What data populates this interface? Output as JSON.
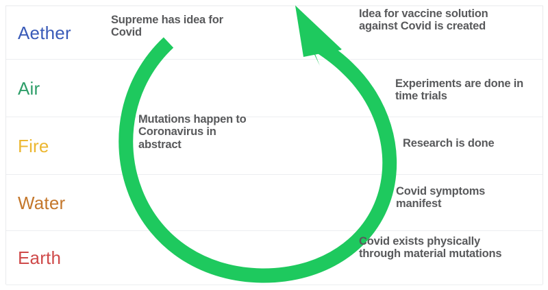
{
  "diagram": {
    "title": "Elemental cycle of Covid and vaccine development",
    "accent_color": "#1ec95e",
    "note_text_color": "#58595b",
    "border_color": "#eceef0",
    "background": "#ffffff"
  },
  "rows": [
    {
      "element": "Aether",
      "element_color": "#3a5bb8",
      "inner_note": "Supreme has idea for Covid",
      "outer_note": "Idea for vaccine solution against Covid is created"
    },
    {
      "element": "Air",
      "element_color": "#2e9e69",
      "inner_note": "",
      "outer_note": "Experiments are done in time trials"
    },
    {
      "element": "Fire",
      "element_color": "#ecb731",
      "inner_note": "Mutations happen to Coronavirus in abstract",
      "outer_note": "Research is done"
    },
    {
      "element": "Water",
      "element_color": "#c4772b",
      "inner_note": "",
      "outer_note": "Covid symptoms manifest"
    },
    {
      "element": "Earth",
      "element_color": "#cf4a4a",
      "inner_note": "",
      "outer_note": "Covid exists physically through material mutations"
    }
  ],
  "arrow": {
    "name": "counter-clockwise-cycle-arrow",
    "color": "#1ec95e",
    "direction": "counter-clockwise",
    "head_position": "top-left"
  }
}
